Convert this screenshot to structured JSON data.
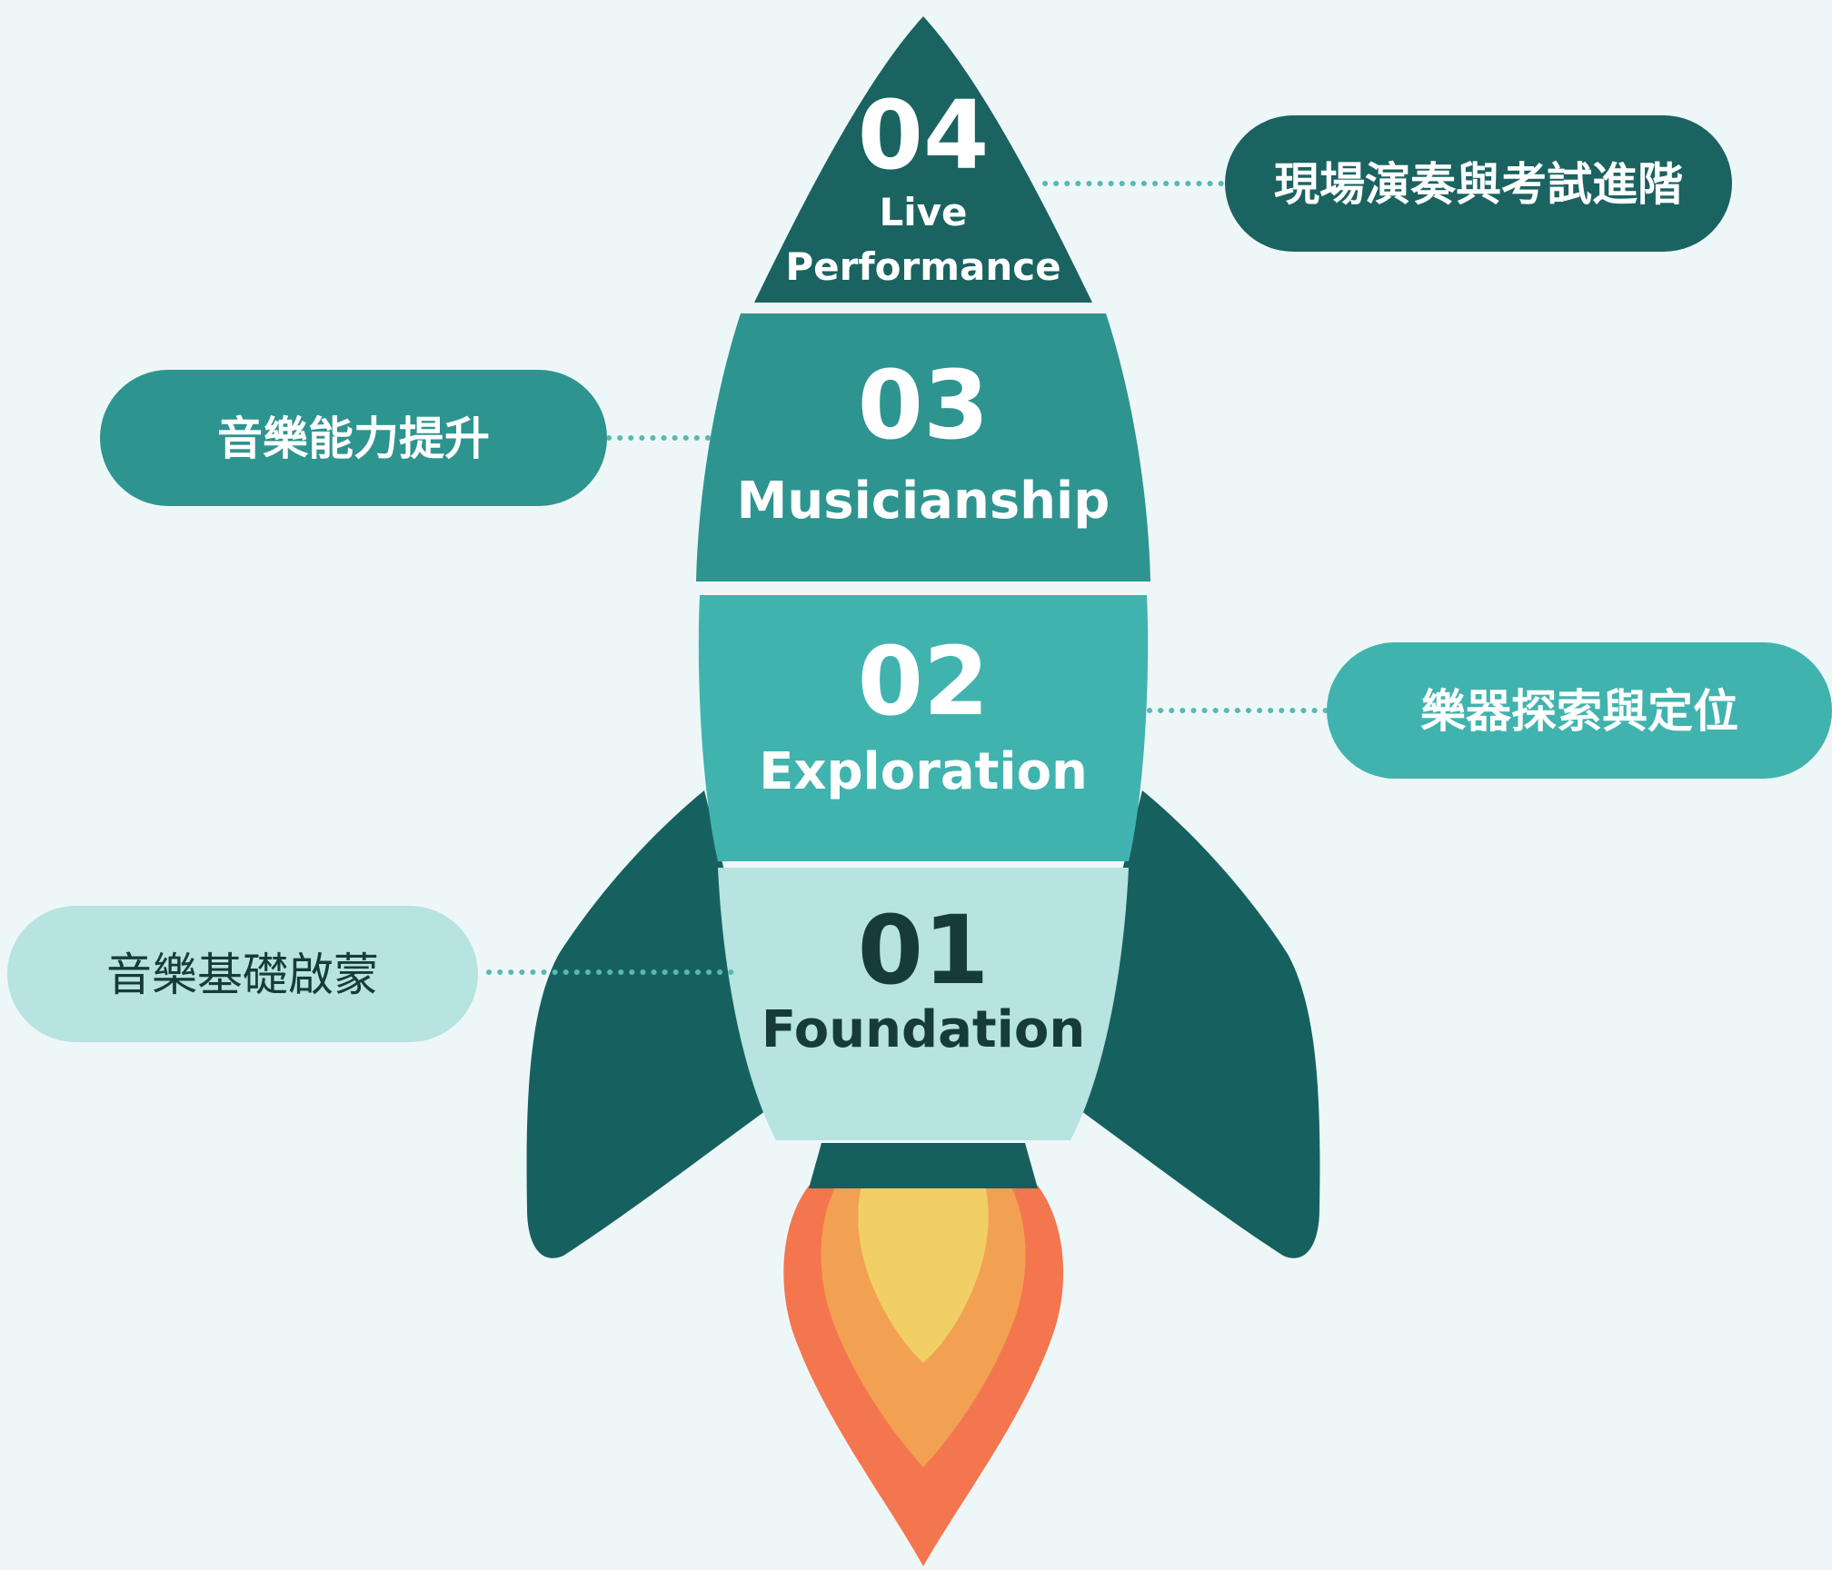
{
  "colors": {
    "background": "#eef7f8",
    "stage_04": "#1a6360",
    "stage_03": "#2e9490",
    "stage_02": "#41b3ae",
    "stage_01": "#b7e3e0",
    "fins": "#166160",
    "nozzle": "#175f5c",
    "flame_outer": "#f4764f",
    "flame_middle": "#f2a153",
    "flame_inner": "#f2cf64",
    "dotted_connector": "#5ab8b2",
    "text_light": "#ffffff",
    "text_dark": "#173b3a"
  },
  "stages": [
    {
      "id": "04",
      "number": "04",
      "title_line1": "Live",
      "title_line2": "Performance",
      "label": "現場演奏與考試進階"
    },
    {
      "id": "03",
      "number": "03",
      "title": "Musicianship",
      "label": "音樂能力提升"
    },
    {
      "id": "02",
      "number": "02",
      "title": "Exploration",
      "label": "樂器探索與定位"
    },
    {
      "id": "01",
      "number": "01",
      "title": "Foundation",
      "label": "音樂基礎啟蒙"
    }
  ]
}
